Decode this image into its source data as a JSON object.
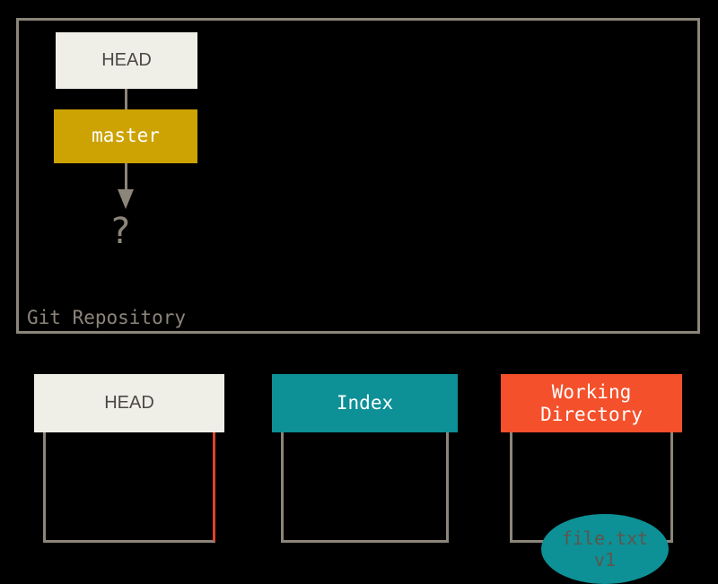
{
  "diagram": {
    "title": "Git Repository state diagram",
    "colors": {
      "cream": "#efeee7",
      "gold": "#cca302",
      "teal": "#0d9096",
      "orange": "#f4502b",
      "border_gray": "#8c857a",
      "text_gray": "#4d4944",
      "red_edge": "#d9432f",
      "background": "#000000"
    }
  },
  "repository": {
    "label": "Git Repository",
    "refs": [
      {
        "name": "head-ref",
        "label": "HEAD"
      },
      {
        "name": "master-ref",
        "label": "master"
      }
    ],
    "unknown_commit": "?"
  },
  "areas": [
    {
      "name": "head",
      "title": "HEAD",
      "contents": []
    },
    {
      "name": "index",
      "title": "Index",
      "contents": []
    },
    {
      "name": "working-directory",
      "title_line1": "Working",
      "title_line2": "Directory",
      "contents": [
        {
          "filename": "file.txt",
          "version": "v1"
        }
      ]
    }
  ]
}
